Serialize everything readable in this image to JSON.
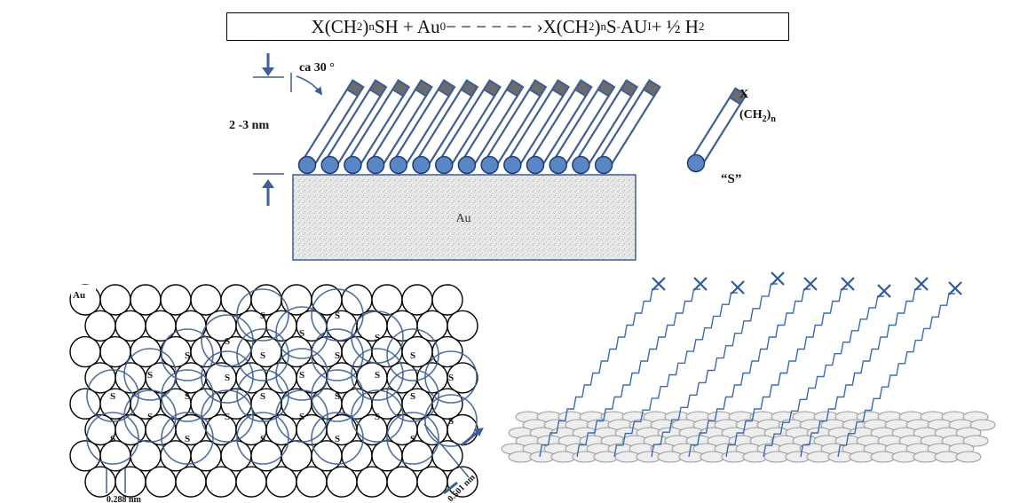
{
  "equation": {
    "reactant_part1": "X(CH",
    "reactant_sub1": "2",
    "reactant_part2": ")",
    "reactant_sub2": "n",
    "reactant_part3": "SH + Au",
    "reactant_sup": "0",
    "arrow": " − − − − − − › ",
    "product_part1": "X(CH",
    "product_sub1": "2",
    "product_part2": ")",
    "product_sub2": "n",
    "product_part3": "S",
    "product_sup1": "-",
    "product_part4": "AU",
    "product_sup2": "I",
    "product_part5": " + ½ H",
    "product_sub3": "2"
  },
  "top_schematic": {
    "angle_label": "ca 30 °",
    "thickness_label": "2 -3 nm",
    "substrate_label": "Au",
    "chain_head_label": "X",
    "chain_body_label": "(CH",
    "chain_body_sub": "2",
    "chain_body_close": ")",
    "chain_body_sub2": "n",
    "anchor_label": "“S”",
    "molecule_count": 14
  },
  "lattice": {
    "au_label": "Au",
    "sulfur_label": "S",
    "au_spacing_label": "0.288 nm",
    "s_spacing_label": "0.501 nm"
  },
  "colors": {
    "blue": "#3f5f93",
    "blue_fill": "#5b86c6",
    "cap": "#6b6b6b",
    "dark_blue": "#1f3e6e",
    "chain": "#3c6bb5"
  }
}
